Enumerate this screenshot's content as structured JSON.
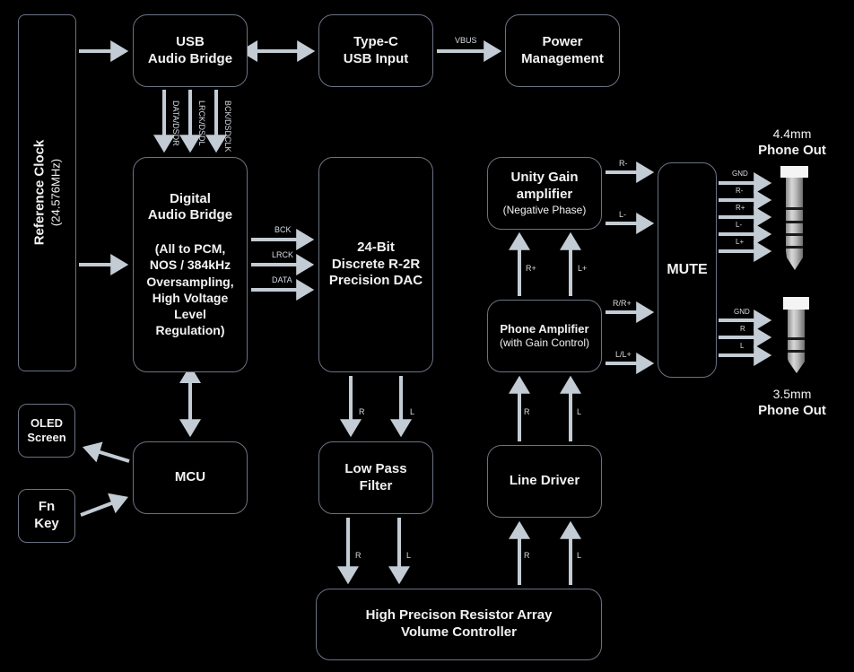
{
  "blocks": {
    "ref_clock": {
      "title": "Reference Clock",
      "sub": "(24.576MHz)"
    },
    "usb_bridge": {
      "line1": "USB",
      "line2": "Audio Bridge"
    },
    "typec": {
      "line1": "Type-C",
      "line2": "USB Input"
    },
    "power": {
      "line1": "Power",
      "line2": "Management"
    },
    "dab": {
      "line1": "Digital",
      "line2": "Audio Bridge",
      "desc": [
        "(All to PCM,",
        "NOS / 384kHz",
        "Oversampling,",
        "High Voltage",
        "Level",
        "Regulation)"
      ]
    },
    "dac": {
      "line1": "24-Bit",
      "line2": "Discrete R-2R",
      "line3": "Precision DAC"
    },
    "unity": {
      "line1": "Unity Gain",
      "line2": "amplifier",
      "sub": "(Negative Phase)"
    },
    "phone_amp": {
      "line1": "Phone Amplifier",
      "sub": "(with Gain Control)"
    },
    "mute": {
      "label": "MUTE"
    },
    "oled": {
      "line1": "OLED",
      "line2": "Screen"
    },
    "fn": {
      "line1": "Fn",
      "line2": "Key"
    },
    "mcu": {
      "label": "MCU"
    },
    "lpf": {
      "line1": "Low Pass",
      "line2": "Filter"
    },
    "line_driver": {
      "label": "Line Driver"
    },
    "volume": {
      "line1": "High Precison Resistor Array",
      "line2": "Volume Controller"
    }
  },
  "signals": {
    "vbus": "VBUS",
    "usb_to_dab": [
      "DATA/DSDR",
      "LRCK/DSDL",
      "BCK/DSDCLK"
    ],
    "dab_to_dac": [
      "BCK",
      "LRCK",
      "DATA"
    ],
    "dac_to_lpf": [
      "R",
      "L"
    ],
    "lpf_to_vol": [
      "R",
      "L"
    ],
    "vol_to_ld": [
      "R",
      "L"
    ],
    "ld_to_pa": [
      "R",
      "L"
    ],
    "pa_to_unity": [
      "R+",
      "L+"
    ],
    "unity_to_mute": [
      "R-",
      "L-"
    ],
    "pa_to_mute": [
      "R/R+",
      "L/L+"
    ],
    "out_44": [
      "GND",
      "R-",
      "R+",
      "L-",
      "L+"
    ],
    "out_35": [
      "GND",
      "R",
      "L"
    ]
  },
  "outputs": {
    "jack_44": {
      "size": "4.4mm",
      "label": "Phone Out"
    },
    "jack_35": {
      "size": "3.5mm",
      "label": "Phone Out"
    }
  },
  "colors": {
    "arrow": "#c3ccd4",
    "border": "#6b7283",
    "background": "#000000"
  }
}
